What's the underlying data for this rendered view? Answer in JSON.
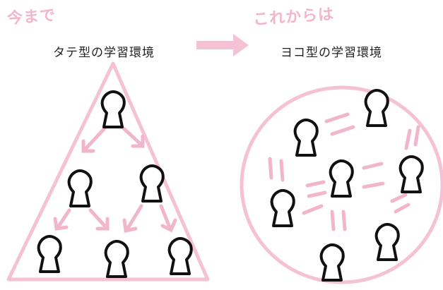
{
  "labels": {
    "before_handwritten": "今まで",
    "after_handwritten": "これからは",
    "left_title": "タテ型の学習環境",
    "right_title": "ヨコ型の学習環境"
  },
  "colors": {
    "outline": "#f5c2d5",
    "arrow": "#f2b6cc",
    "figure": "#111111"
  }
}
